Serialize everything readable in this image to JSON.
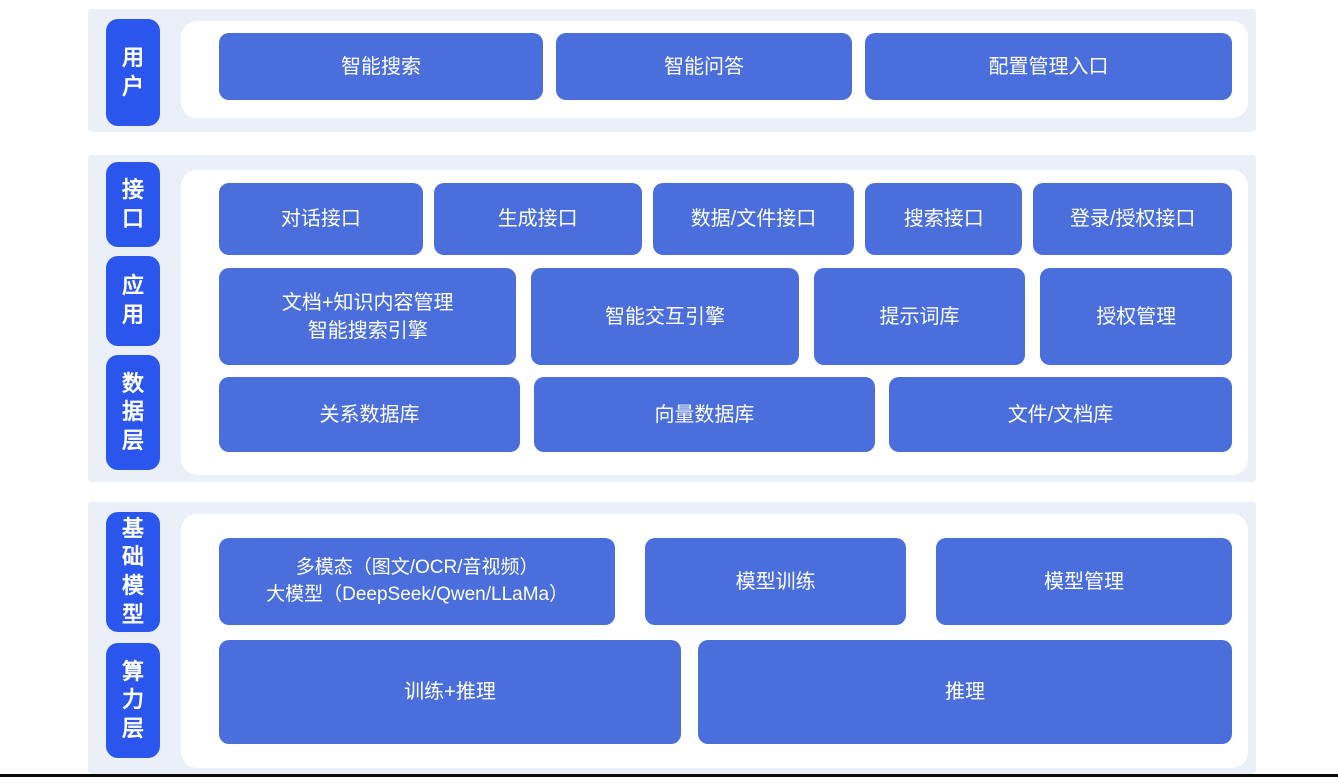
{
  "colors": {
    "panel_bg": "#ebf0f8",
    "card_bg": "#ffffff",
    "label_blue": "#2a56ee",
    "button_blue": "#4a6edb",
    "text_white": "#ffffff",
    "footer_line": "#0a0a0a"
  },
  "sections": [
    {
      "id": "user",
      "labels": [
        "用户"
      ],
      "rows": [
        [
          "智能搜索",
          "智能问答",
          "配置管理入口"
        ]
      ]
    },
    {
      "id": "interface-app-data",
      "labels": [
        "接口",
        "应用",
        "数据层"
      ],
      "rows": [
        [
          "对话接口",
          "生成接口",
          "数据/文件接口",
          "搜索接口",
          "登录/授权接口"
        ],
        [
          "文档+知识内容管理\n智能搜索引擎",
          "智能交互引擎",
          "提示词库",
          "授权管理"
        ],
        [
          "关系数据库",
          "向量数据库",
          "文件/文档库"
        ]
      ]
    },
    {
      "id": "foundation-compute",
      "labels": [
        "基础模型",
        "算力层"
      ],
      "rows": [
        [
          "多模态（图文/OCR/音视频）\n大模型（DeepSeek/Qwen/LLaMa）",
          "模型训练",
          "模型管理"
        ],
        [
          "训练+推理",
          "推理"
        ]
      ]
    }
  ]
}
